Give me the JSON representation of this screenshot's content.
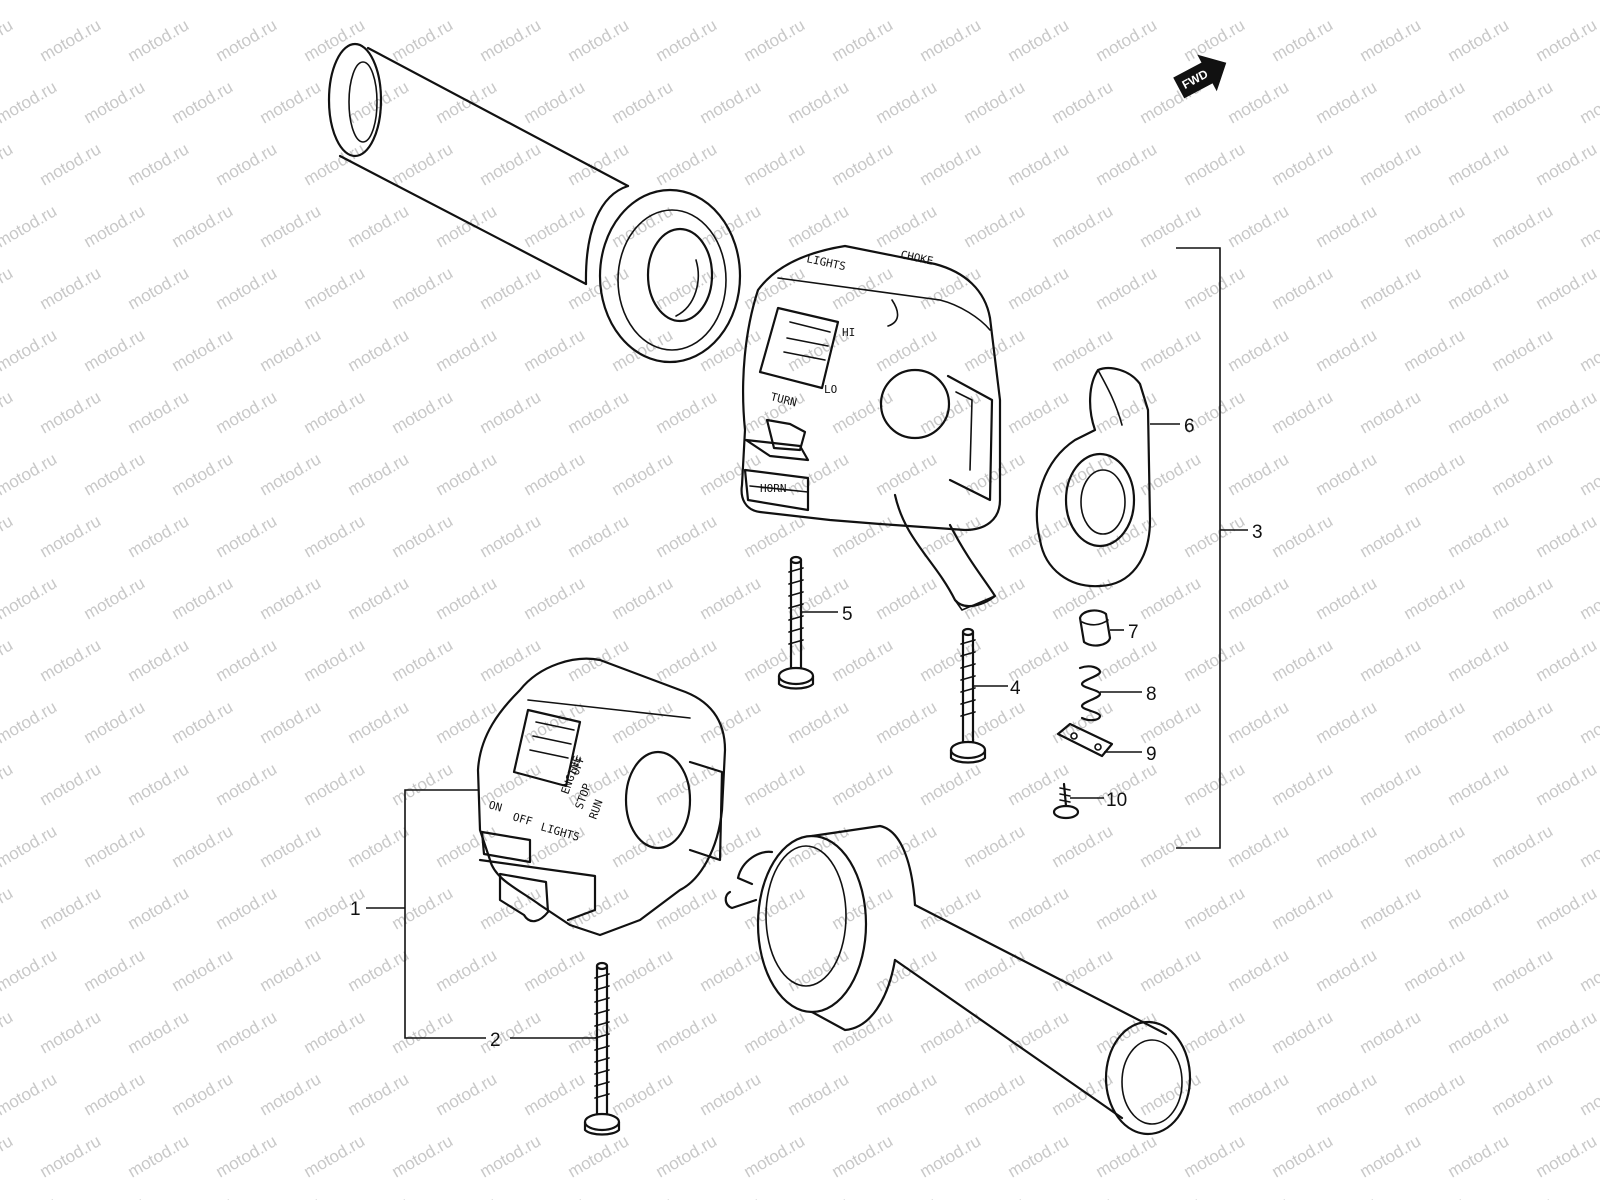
{
  "watermark": "motod.ru",
  "direction_marker": "FWD",
  "callouts": [
    {
      "id": "1",
      "label": "1"
    },
    {
      "id": "2",
      "label": "2"
    },
    {
      "id": "3",
      "label": "3"
    },
    {
      "id": "4",
      "label": "4"
    },
    {
      "id": "5",
      "label": "5"
    },
    {
      "id": "6",
      "label": "6"
    },
    {
      "id": "7",
      "label": "7"
    },
    {
      "id": "8",
      "label": "8"
    },
    {
      "id": "9",
      "label": "9"
    },
    {
      "id": "10",
      "label": "10"
    }
  ],
  "left_switch_labels": {
    "lights": "LIGHTS",
    "choke": "CHOKE",
    "hi": "HI",
    "lo": "LO",
    "turn": "TURN",
    "horn": "HORN"
  },
  "right_switch_labels": {
    "off": "OFF",
    "engine": "ENGINE",
    "stop": "STOP",
    "run": "RUN",
    "on": "ON",
    "off2": "OFF",
    "lights": "LIGHTS"
  }
}
